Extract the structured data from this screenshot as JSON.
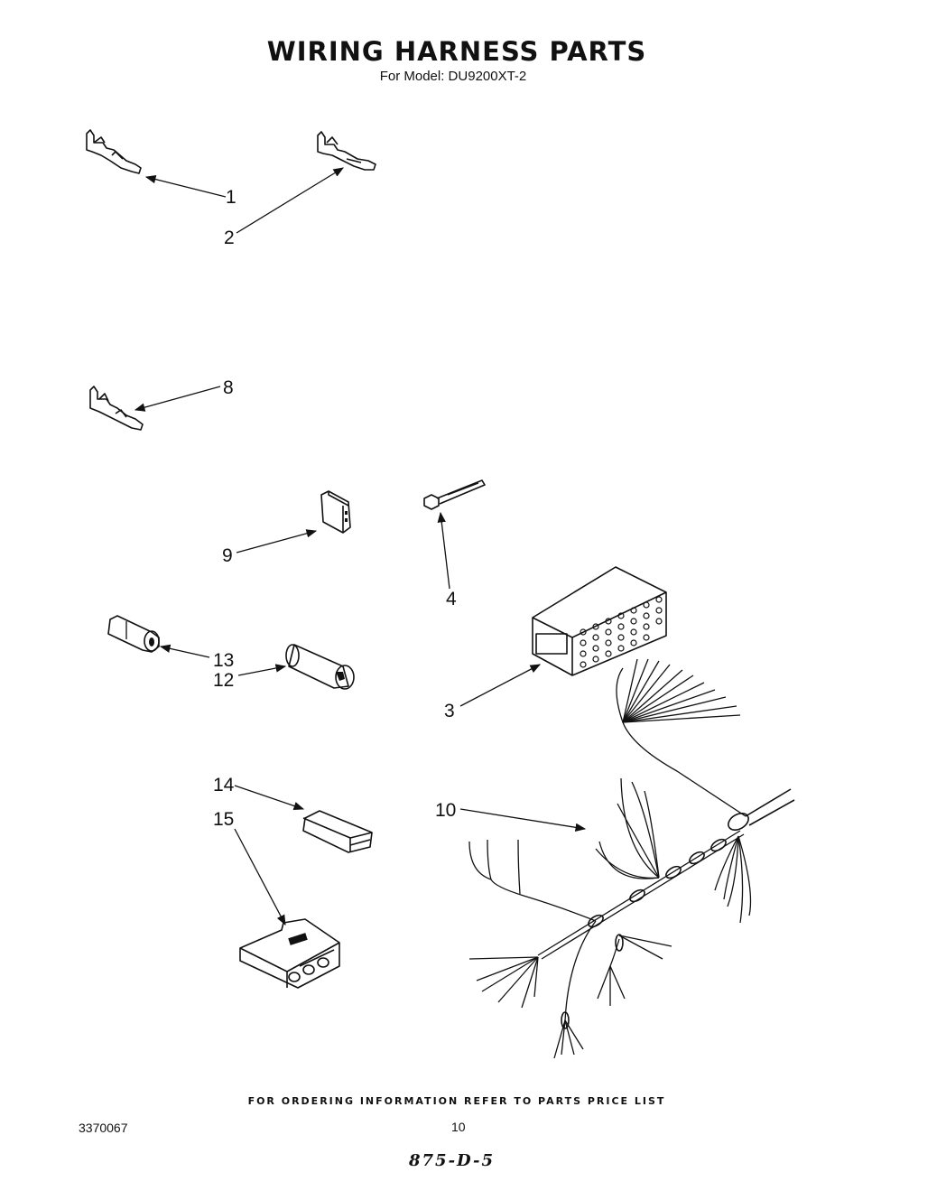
{
  "header": {
    "title": "WIRING HARNESS PARTS",
    "subtitle": "For Model: DU9200XT-2"
  },
  "callouts": [
    {
      "id": "1",
      "label": "1",
      "part": "female-terminal"
    },
    {
      "id": "2",
      "label": "2",
      "part": "female-terminal"
    },
    {
      "id": "8",
      "label": "8",
      "part": "terminal"
    },
    {
      "id": "9",
      "label": "9",
      "part": "connector-housing"
    },
    {
      "id": "4",
      "label": "4",
      "part": "cable-tie"
    },
    {
      "id": "3",
      "label": "3",
      "part": "terminal-block"
    },
    {
      "id": "13",
      "label": "13",
      "part": "wire-connector"
    },
    {
      "id": "12",
      "label": "12",
      "part": "sleeve"
    },
    {
      "id": "14",
      "label": "14",
      "part": "connector"
    },
    {
      "id": "15",
      "label": "15",
      "part": "connector-housing"
    },
    {
      "id": "10",
      "label": "10",
      "part": "wiring-harness"
    }
  ],
  "footer": {
    "ordering_note": "FOR ORDERING INFORMATION REFER TO PARTS PRICE LIST",
    "doc_number": "3370067",
    "page_number": "10",
    "handwritten_code": "875-D-5"
  }
}
